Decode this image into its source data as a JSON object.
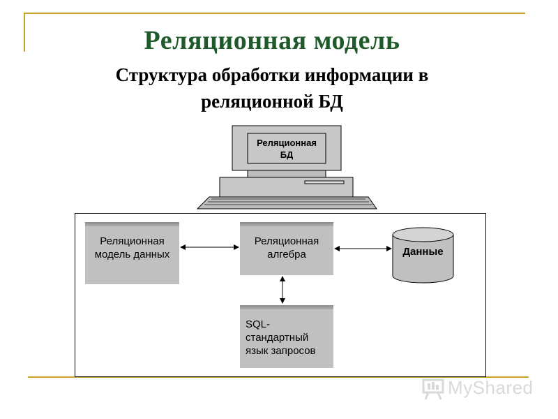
{
  "slide": {
    "title": "Реляционная модель",
    "subtitle_line1": "Структура обработки информации в",
    "subtitle_line2": "реляционной БД"
  },
  "computer": {
    "screen_line1": "Реляционная",
    "screen_line2": "БД"
  },
  "blocks": {
    "model_line1": "Реляционная",
    "model_line2": "модель данных",
    "algebra_line1": "Реляционная",
    "algebra_line2": "алгебра",
    "sql_line1": "SQL-",
    "sql_line2": "стандартный",
    "sql_line3": "язык запросов",
    "data": "Данные"
  },
  "watermark": {
    "text": "MyShared"
  },
  "colors": {
    "frame_gold": "#c9a227",
    "title_green": "#1f5b2a",
    "block_gray": "#c0c0c0"
  }
}
